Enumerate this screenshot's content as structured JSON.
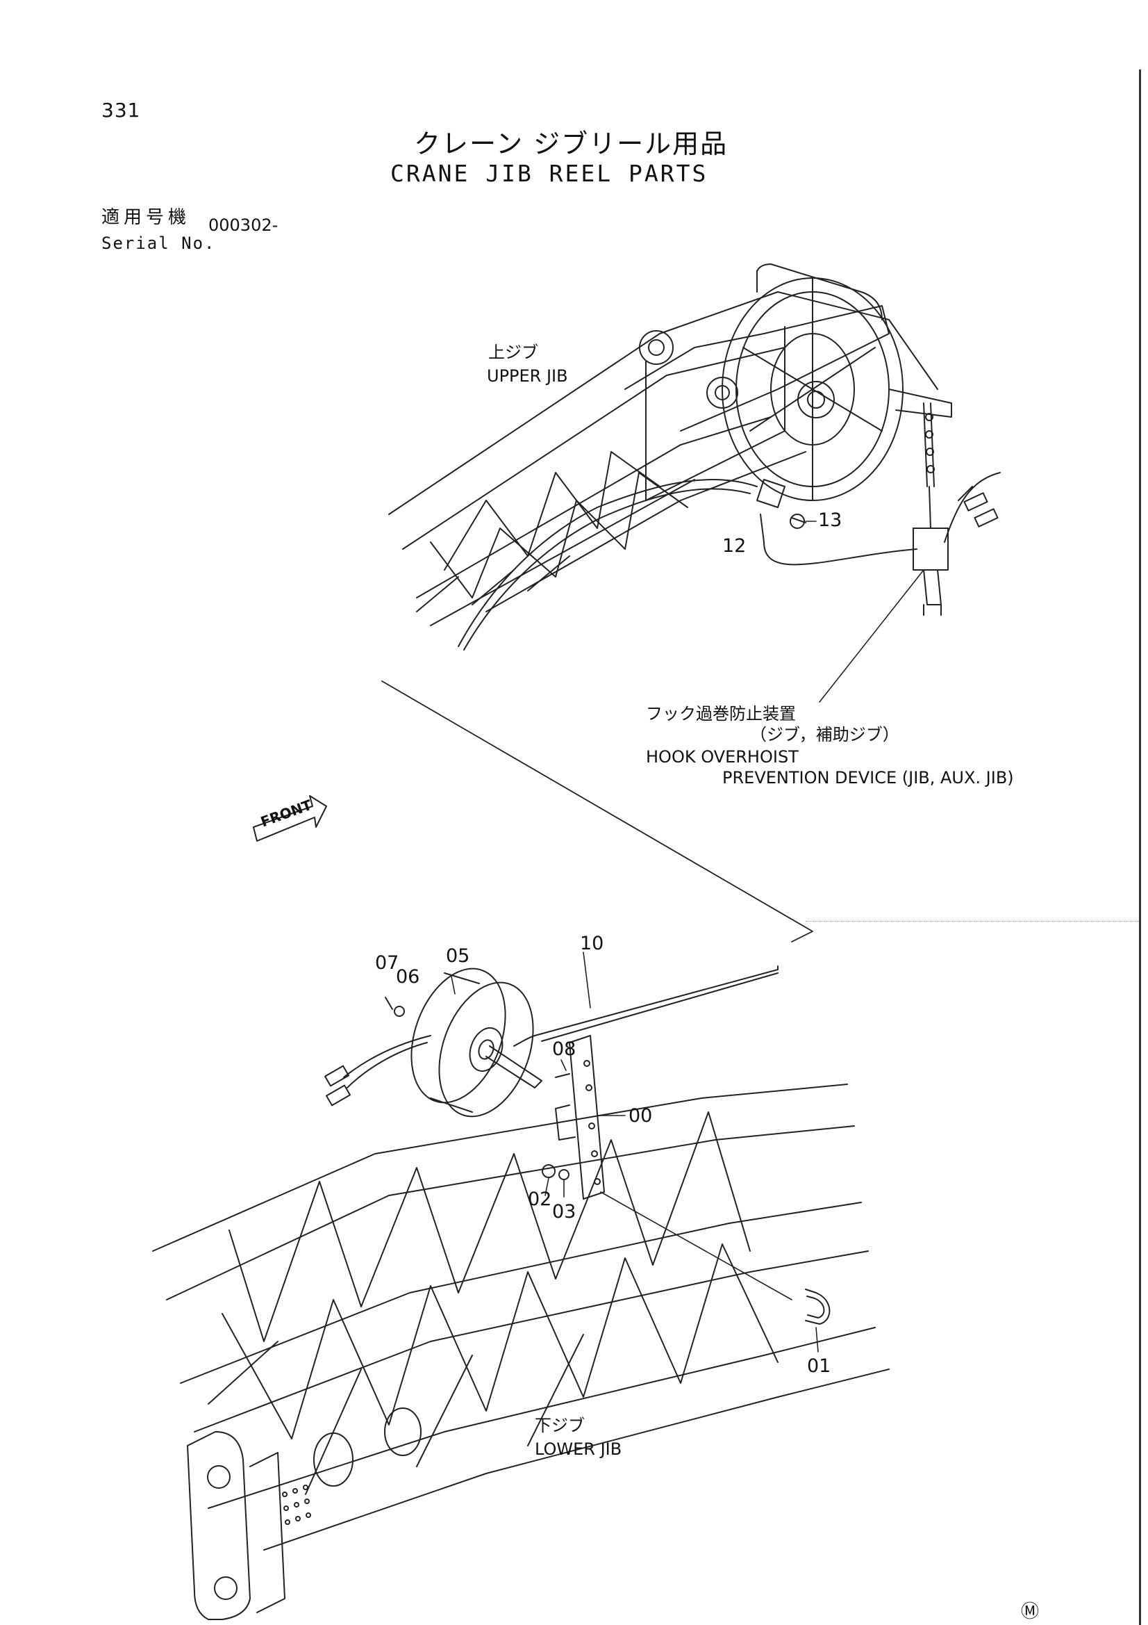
{
  "page_number": "331",
  "title": {
    "japanese": "クレーン ジブリール用品",
    "english": "CRANE JIB REEL PARTS"
  },
  "serial": {
    "label_jp": "適用号機",
    "label_en": "Serial No.",
    "value": "000302-"
  },
  "labels": {
    "upper_jib_jp": "上ジブ",
    "upper_jib_en": "UPPER JIB",
    "hook_device_jp_1": "フック過巻防止装置",
    "hook_device_jp_2": "（ジブ，補助ジブ）",
    "hook_device_en_1": "HOOK OVERHOIST",
    "hook_device_en_2": "PREVENTION DEVICE (JIB, AUX. JIB)",
    "front": "FRONT",
    "lower_jib_jp": "下ジブ",
    "lower_jib_en": "LOWER JIB"
  },
  "part_numbers": {
    "p00": "00",
    "p01": "01",
    "p02": "02",
    "p03": "03",
    "p05": "05",
    "p06": "06",
    "p07": "07",
    "p08": "08",
    "p10": "10",
    "p12": "12",
    "p13": "13"
  },
  "corner_mark": "Ⓜ"
}
